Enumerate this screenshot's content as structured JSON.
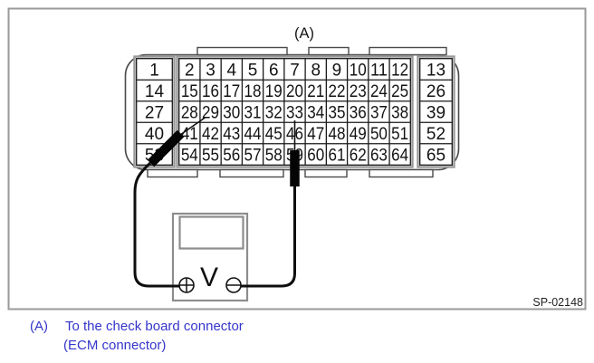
{
  "figure": {
    "connector_label": "(A)",
    "drawing_code": "SP-02148"
  },
  "connector": {
    "rows": [
      {
        "left": "1",
        "middle": [
          "2",
          "3",
          "4",
          "5",
          "6",
          "7",
          "8",
          "9",
          "10",
          "11",
          "12"
        ],
        "right": "13"
      },
      {
        "left": "14",
        "middle": [
          "15",
          "16",
          "17",
          "18",
          "19",
          "20",
          "21",
          "22",
          "23",
          "24",
          "25"
        ],
        "right": "26"
      },
      {
        "left": "27",
        "middle": [
          "28",
          "29",
          "30",
          "31",
          "32",
          "33",
          "34",
          "35",
          "36",
          "37",
          "38"
        ],
        "right": "39"
      },
      {
        "left": "40",
        "middle": [
          "41",
          "42",
          "43",
          "44",
          "45",
          "46",
          "47",
          "48",
          "49",
          "50",
          "51"
        ],
        "right": "52"
      },
      {
        "left": "53",
        "middle": [
          "54",
          "55",
          "56",
          "57",
          "58",
          "59",
          "60",
          "61",
          "62",
          "63",
          "64"
        ],
        "right": "65"
      }
    ]
  },
  "meter": {
    "type_label": "V",
    "positive_terminal_icon": "plus-circle",
    "negative_terminal_icon": "minus-circle"
  },
  "probes": {
    "positive_probe_pin_area": "29",
    "negative_probe_pin_area": "33"
  },
  "caption": {
    "marker": "(A)",
    "line1": "To the check board connector",
    "line2": "(ECM connector)"
  },
  "colors": {
    "caption_text": "#3535cb",
    "diagram_line": "#1a1a1a",
    "frame_gray": "#9a9a9a"
  }
}
